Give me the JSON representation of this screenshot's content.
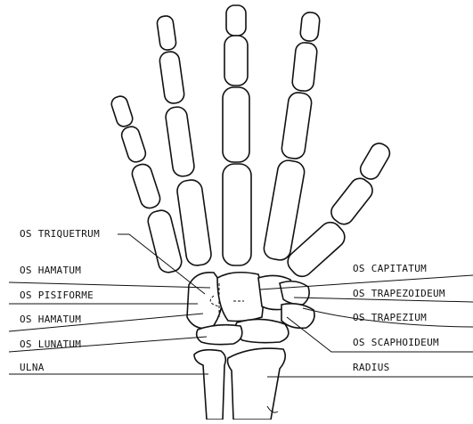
{
  "labels": {
    "left": {
      "triquetrum": "OS TRIQUETRUM",
      "hamatum_1": "OS HAMATUM",
      "pisiforme": "OS PISIFORME",
      "hamatum_2": "OS HAMATUM",
      "lunatum": "OS LUNATUM",
      "ulna": "ULNA"
    },
    "right": {
      "capitatum": "OS CAPITATUM",
      "trapezoideum": "OS TRAPEZOIDEUM",
      "trapezium": "OS TRAPEZIUM",
      "scaphoideum": "OS SCAPHOIDEUM",
      "radius": "RADIUS"
    }
  }
}
